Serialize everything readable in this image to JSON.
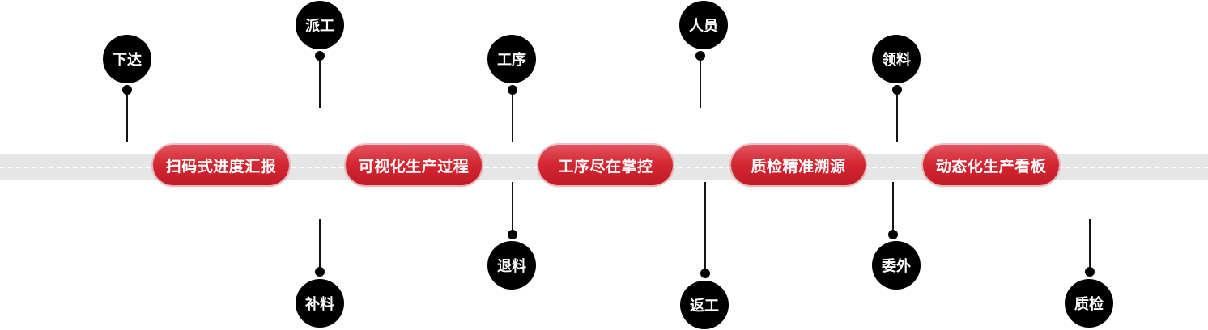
{
  "stages": [
    {
      "label": "扫码式进度汇报"
    },
    {
      "label": "可视化生产过程"
    },
    {
      "label": "工序尽在掌控"
    },
    {
      "label": "质检精准溯源"
    },
    {
      "label": "动态化生产看板"
    }
  ],
  "nodes": [
    {
      "label": "下达"
    },
    {
      "label": "派工"
    },
    {
      "label": "补料"
    },
    {
      "label": "工序"
    },
    {
      "label": "退料"
    },
    {
      "label": "人员"
    },
    {
      "label": "返工"
    },
    {
      "label": "领料"
    },
    {
      "label": "委外"
    },
    {
      "label": "质检"
    }
  ],
  "colors": {
    "stage_fill": "#d52833",
    "node_fill": "#000000",
    "road": "#e6e6e6"
  }
}
